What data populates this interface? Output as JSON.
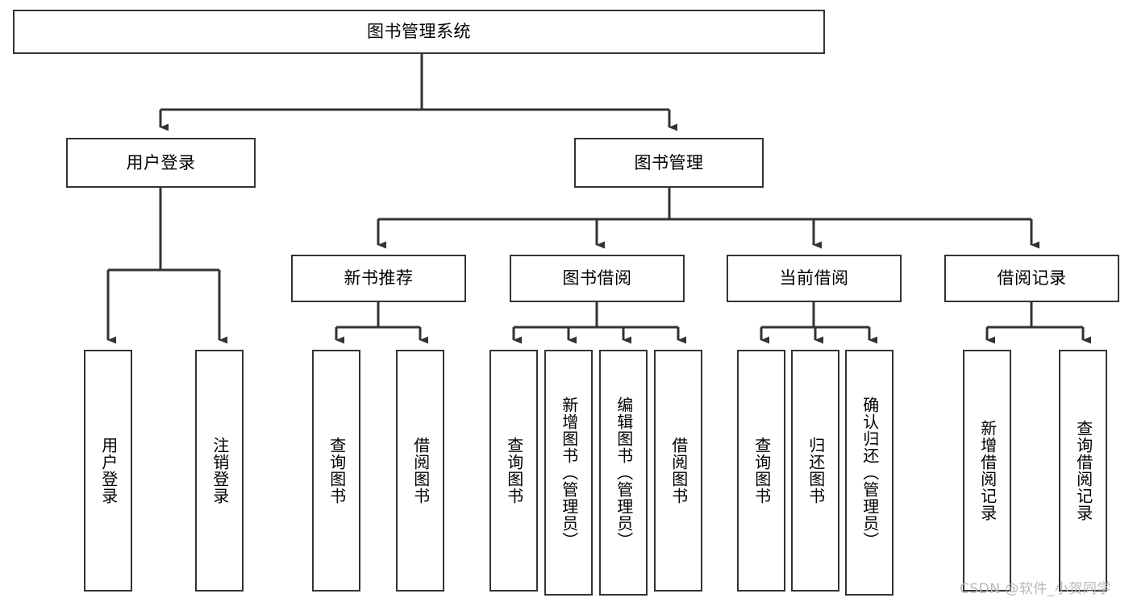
{
  "diagram": {
    "title": "图书管理系统",
    "type": "tree-hierarchy-diagram",
    "colors": {
      "box_stroke": "#333333",
      "box_fill": "#ffffff",
      "connector": "#333333",
      "watermark": "#b8b8b8"
    },
    "root": {
      "label": "图书管理系统"
    },
    "level2": [
      {
        "label": "用户登录"
      },
      {
        "label": "图书管理"
      }
    ],
    "level3": [
      {
        "label": "新书推荐"
      },
      {
        "label": "图书借阅"
      },
      {
        "label": "当前借阅"
      },
      {
        "label": "借阅记录"
      }
    ],
    "leaves": {
      "user_login": [
        {
          "label": "用户登录"
        },
        {
          "label": "注销登录"
        }
      ],
      "new_book_recommend": [
        {
          "label": "查询图书"
        },
        {
          "label": "借阅图书"
        }
      ],
      "book_borrow": [
        {
          "label": "查询图书"
        },
        {
          "label": "新增图书（管理员）"
        },
        {
          "label": "编辑图书（管理员）"
        },
        {
          "label": "借阅图书"
        }
      ],
      "current_borrow": [
        {
          "label": "查询图书"
        },
        {
          "label": "归还图书"
        },
        {
          "label": "确认归还（管理员）"
        }
      ],
      "borrow_record": [
        {
          "label": "新增借阅记录"
        },
        {
          "label": "查询借阅记录"
        }
      ]
    },
    "watermark": "CSDN @软件_小贺同学"
  }
}
